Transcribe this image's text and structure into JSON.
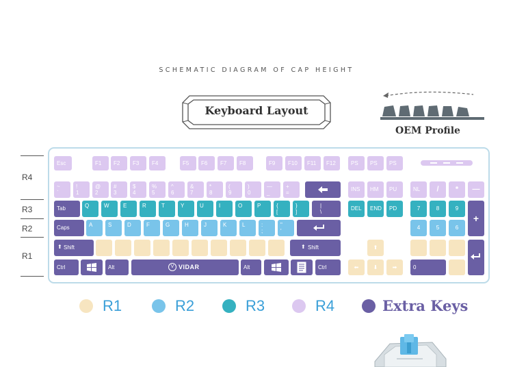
{
  "header": {
    "subtitle": "SCHEMATIC DIAGRAM OF CAP HEIGHT",
    "title": "Keyboard Layout",
    "profile_label": "OEM Profile"
  },
  "row_labels": [
    "R4",
    "R3",
    "R2",
    "R1"
  ],
  "colors": {
    "r1": "#f7e5c0",
    "r2": "#79c4ea",
    "r3": "#35b1c0",
    "r4": "#dcc8f0",
    "extra": "#6a5fa4",
    "frame": "#bcdbe9"
  },
  "keyboard": {
    "esc": "Esc",
    "f1": "F1",
    "f2": "F2",
    "f3": "F3",
    "f4": "F4",
    "f5": "F5",
    "f6": "F6",
    "f7": "F7",
    "f8": "F8",
    "f9": "F9",
    "f10": "F10",
    "f11": "F11",
    "f12": "F12",
    "ps1": "PS",
    "ps2": "PS",
    "ps3": "PS",
    "tab": "Tab",
    "q": "Q",
    "w": "W",
    "e": "E",
    "r": "R",
    "t": "T",
    "y": "Y",
    "u": "U",
    "i": "I",
    "o": "O",
    "p": "P",
    "lbrace": "{",
    "lbracket": "[",
    "rbrace": "}",
    "rbracket": "]",
    "pipe": "|",
    "backslash": "\\",
    "caps": "Caps",
    "a": "A",
    "s": "S",
    "d": "D",
    "f": "F",
    "g": "G",
    "h": "H",
    "j": "J",
    "k": "K",
    "l": "L",
    "colon": ":",
    "semicolon": ";",
    "dquote": "\"",
    "squote": "'",
    "shift_left": "Shift",
    "shift_right": "Shift",
    "ctrl_left": "Ctrl",
    "alt_left": "Alt",
    "brand": "VIDAR",
    "alt_right": "Alt",
    "ctrl_right": "Ctrl",
    "ins": "INS",
    "hm": "HM",
    "pu": "PU",
    "del": "DEL",
    "end": "END",
    "pd": "PD",
    "nl": "NL",
    "slash": "/",
    "star": "*",
    "minus": "—",
    "n7": "7",
    "n8": "8",
    "n9": "9",
    "plus": "+",
    "n4": "4",
    "n5": "5",
    "n6": "6",
    "n0": "0",
    "row2": [
      "~",
      "!",
      "@",
      "#",
      "$",
      "%",
      "^",
      "&",
      "*",
      "(",
      ")",
      "—",
      "+"
    ],
    "row2b": [
      "`",
      "1",
      "2",
      "3",
      "4",
      "5",
      "6",
      "7",
      "8",
      "9",
      "0",
      "_",
      "="
    ]
  },
  "legend": [
    {
      "label": "R1",
      "color": "#f7e5c0"
    },
    {
      "label": "R2",
      "color": "#79c4ea"
    },
    {
      "label": "R3",
      "color": "#35b1c0"
    },
    {
      "label": "R4",
      "color": "#dcc8f0"
    },
    {
      "label": "Extra Keys",
      "color": "#6a5fa4"
    }
  ]
}
